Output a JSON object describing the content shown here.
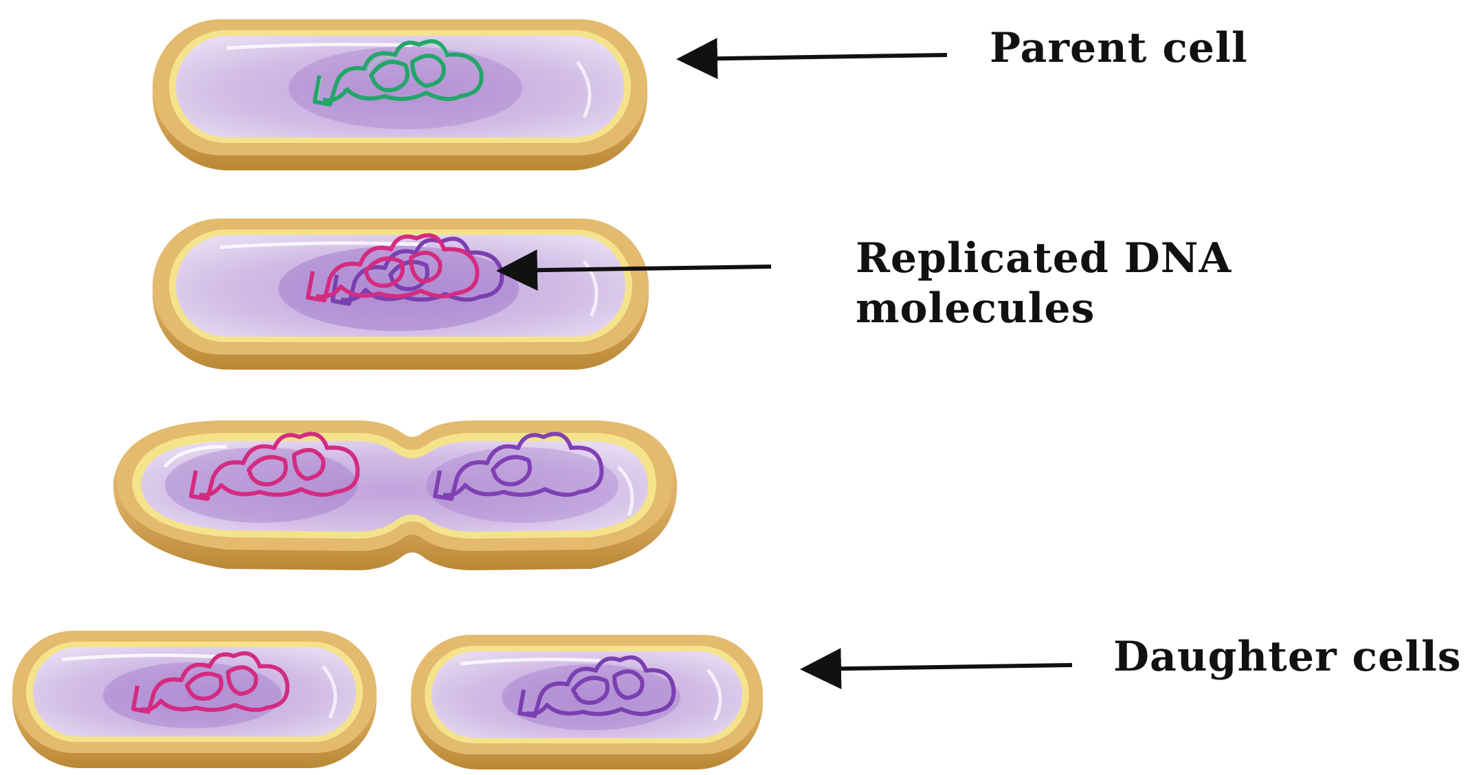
{
  "labels": {
    "parent_cell": "Parent cell",
    "replicated_line1": "Replicated DNA",
    "replicated_line2": "molecules",
    "daughter_cells": "Daughter cells"
  },
  "colors": {
    "cell_wall": "#dcae62",
    "cell_wall_shadow": "#b98835",
    "membrane": "#f2df7c",
    "cytoplasm": "#d4bfe6",
    "dna_parent": "#23a66a",
    "dna_copy_pink": "#d42b80",
    "dna_copy_purple": "#8040b4",
    "arrow": "#111111"
  },
  "icons": {
    "arrow": "left-pointing-arrow"
  }
}
